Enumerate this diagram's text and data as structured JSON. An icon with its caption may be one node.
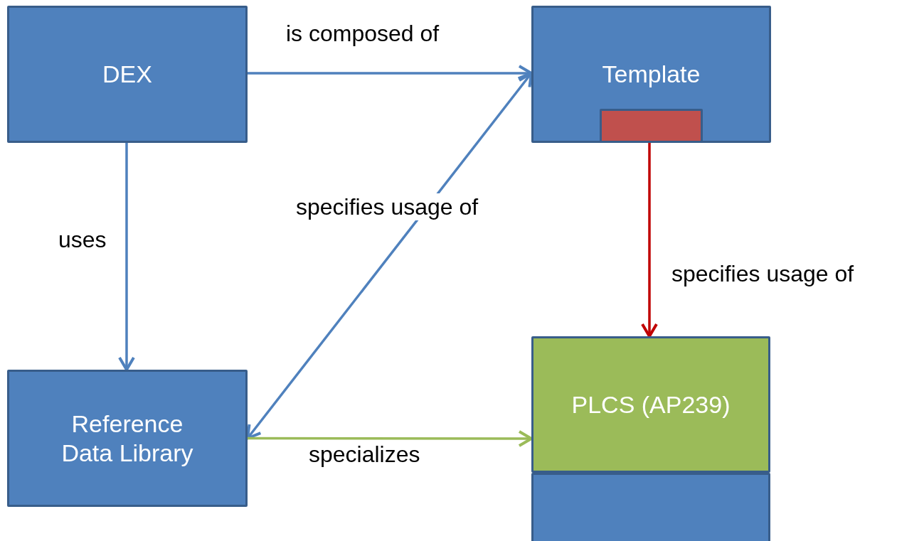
{
  "diagram": {
    "nodes": [
      {
        "text": [
          "DEX"
        ]
      },
      {
        "text": [
          "Template"
        ]
      },
      {
        "text": [],
        "shape": "box",
        "in": 1
      },
      {
        "text": [
          "Reference Data Library"
        ]
      },
      {
        "text": [
          "PLCS (AP239)"
        ]
      },
      {
        "text": [],
        "shape": "box"
      }
    ],
    "edges": [
      {
        "from": 0,
        "to": 1,
        "arrow": "to",
        "label": "is composed of"
      },
      {
        "from": 0,
        "to": 3,
        "arrow": "to",
        "label": "uses"
      },
      {
        "from": 1,
        "to": 3,
        "arrow": "both",
        "label": "specifies usage of"
      },
      {
        "from": 3,
        "to": 4,
        "arrow": "to",
        "label": "specializes",
        "color": "#9bbb59"
      },
      {
        "from": 2,
        "to": 4,
        "arrow": "to",
        "label": "specifies usage of",
        "color": "#c00000"
      }
    ]
  }
}
